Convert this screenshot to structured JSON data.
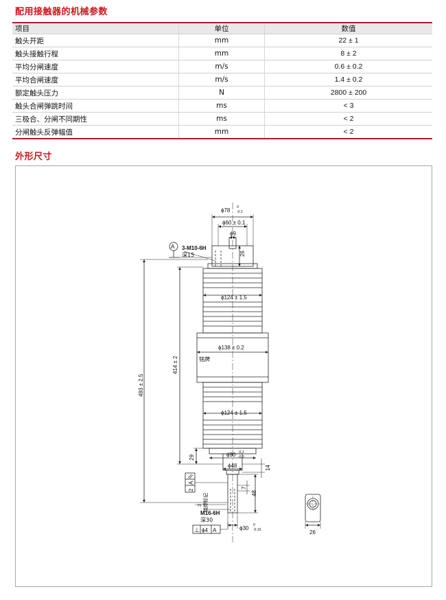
{
  "section1_title": "配用接触器的机械参数",
  "table": {
    "headers": [
      "项目",
      "单位",
      "数值"
    ],
    "rows": [
      [
        "触头开距",
        "mm",
        "22 ± 1"
      ],
      [
        "触头接触行程",
        "mm",
        "8 ± 2"
      ],
      [
        "平均分闸速度",
        "m/s",
        "0.6 ± 0.2"
      ],
      [
        "平均合闸速度",
        "m/s",
        "1.4 ± 0.2"
      ],
      [
        "额定触头压力",
        "N",
        "2800 ± 200"
      ],
      [
        "触头合闸弹跳时间",
        "ms",
        "< 3"
      ],
      [
        "三极合、分闸不同期性",
        "ms",
        "< 2"
      ],
      [
        "分闸触头反弹幅值",
        "mm",
        "< 2"
      ]
    ]
  },
  "section2_title": "外形尺寸",
  "drawing": {
    "dia_top_outer": "ϕ78",
    "dia_top_outer_tol_upper": "0",
    "dia_top_outer_tol_lower": "-0.2",
    "dia_top_flange": "ϕ60 ± 0.1",
    "dia_top_stem": "ϕ9",
    "dim_26_top": "26",
    "datum_a": "A",
    "top_thread": "3-M10-6H",
    "top_thread_depth": "深15",
    "dia_bellows_upper": "ϕ124 ± 1.5",
    "dia_ceramic": "ϕ138 ± 0.2",
    "nameplate": "铭牌",
    "dia_bellows_lower": "ϕ124 ± 1.5",
    "dim_493": "493 ± 2.5",
    "dim_414": "414 ± 2",
    "dim_29": "29",
    "dia_bottom_flange": "ϕ90",
    "dia_bottom_flange_tol_upper": "-0.1",
    "dia_bottom_flange_tol_lower": "-0.3",
    "dia_bottom_48": "ϕ48",
    "dim_14": "14",
    "parallel_tol": "2",
    "parallel_datum": "A",
    "dim_7": "7",
    "dim_48": "48",
    "dim_3": "3",
    "weld_mark": "烧焊标记",
    "bottom_thread": "M16-6H",
    "bottom_thread_depth": "深30",
    "perp_symbol": "⊥",
    "perp_tol": "ϕ4",
    "perp_datum": "A",
    "dia_stem": "ϕ30",
    "dia_stem_tol_upper": "0",
    "dia_stem_tol_lower": "-0.19",
    "side_dim_26": "26"
  }
}
